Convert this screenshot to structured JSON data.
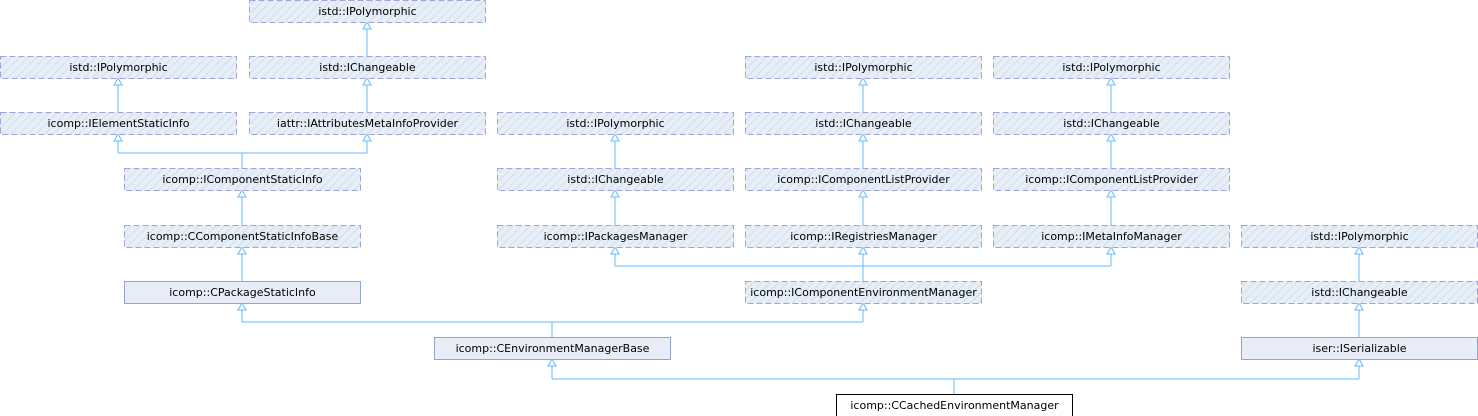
{
  "colors": {
    "edge": "#63b8ff",
    "hatch_fill": "#e6eef6",
    "hatch_line": "#cfdff0",
    "dashed_border": "#a3a3d6",
    "solid_fill": "#e8edf7",
    "solid_border": "#94a4cc",
    "root_border": "#000000"
  },
  "nodes": [
    {
      "id": "n1",
      "label": "istd::IPolymorphic",
      "style": "dashed"
    },
    {
      "id": "n2",
      "label": "istd::IPolymorphic",
      "style": "dashed"
    },
    {
      "id": "n3",
      "label": "istd::IChangeable",
      "style": "dashed"
    },
    {
      "id": "n4",
      "label": "icomp::IElementStaticInfo",
      "style": "dashed"
    },
    {
      "id": "n5",
      "label": "iattr::IAttributesMetaInfoProvider",
      "style": "dashed"
    },
    {
      "id": "n6",
      "label": "icomp::IComponentStaticInfo",
      "style": "dashed"
    },
    {
      "id": "n7",
      "label": "icomp::CComponentStaticInfoBase",
      "style": "dashed"
    },
    {
      "id": "n8",
      "label": "icomp::CPackageStaticInfo",
      "style": "solid"
    },
    {
      "id": "n9",
      "label": "istd::IPolymorphic",
      "style": "dashed"
    },
    {
      "id": "n10",
      "label": "istd::IChangeable",
      "style": "dashed"
    },
    {
      "id": "n11",
      "label": "icomp::IPackagesManager",
      "style": "dashed"
    },
    {
      "id": "n12",
      "label": "istd::IPolymorphic",
      "style": "dashed"
    },
    {
      "id": "n13",
      "label": "istd::IChangeable",
      "style": "dashed"
    },
    {
      "id": "n14",
      "label": "icomp::IComponentListProvider",
      "style": "dashed"
    },
    {
      "id": "n15",
      "label": "icomp::IRegistriesManager",
      "style": "dashed"
    },
    {
      "id": "n16",
      "label": "istd::IPolymorphic",
      "style": "dashed"
    },
    {
      "id": "n17",
      "label": "istd::IChangeable",
      "style": "dashed"
    },
    {
      "id": "n18",
      "label": "icomp::IComponentListProvider",
      "style": "dashed"
    },
    {
      "id": "n19",
      "label": "icomp::IMetaInfoManager",
      "style": "dashed"
    },
    {
      "id": "n20",
      "label": "icomp::IComponentEnvironmentManager",
      "style": "dashed"
    },
    {
      "id": "n21",
      "label": "icomp::CEnvironmentManagerBase",
      "style": "solid"
    },
    {
      "id": "n22",
      "label": "istd::IPolymorphic",
      "style": "dashed"
    },
    {
      "id": "n23",
      "label": "istd::IChangeable",
      "style": "dashed"
    },
    {
      "id": "n24",
      "label": "iser::ISerializable",
      "style": "solid"
    },
    {
      "id": "n25",
      "label": "icomp::CCachedEnvironmentManager",
      "style": "root"
    }
  ],
  "edges": [
    {
      "from": "n2",
      "to": "n4"
    },
    {
      "from": "n1",
      "to": "n3"
    },
    {
      "from": "n3",
      "to": "n5"
    },
    {
      "from": "n4",
      "to": "n6"
    },
    {
      "from": "n5",
      "to": "n6"
    },
    {
      "from": "n6",
      "to": "n7"
    },
    {
      "from": "n7",
      "to": "n8"
    },
    {
      "from": "n9",
      "to": "n10"
    },
    {
      "from": "n10",
      "to": "n11"
    },
    {
      "from": "n12",
      "to": "n13"
    },
    {
      "from": "n13",
      "to": "n14"
    },
    {
      "from": "n14",
      "to": "n15"
    },
    {
      "from": "n16",
      "to": "n17"
    },
    {
      "from": "n17",
      "to": "n18"
    },
    {
      "from": "n18",
      "to": "n19"
    },
    {
      "from": "n11",
      "to": "n20"
    },
    {
      "from": "n15",
      "to": "n20"
    },
    {
      "from": "n19",
      "to": "n20"
    },
    {
      "from": "n8",
      "to": "n21"
    },
    {
      "from": "n20",
      "to": "n21"
    },
    {
      "from": "n22",
      "to": "n23"
    },
    {
      "from": "n23",
      "to": "n24"
    },
    {
      "from": "n21",
      "to": "n25"
    },
    {
      "from": "n24",
      "to": "n25"
    }
  ]
}
